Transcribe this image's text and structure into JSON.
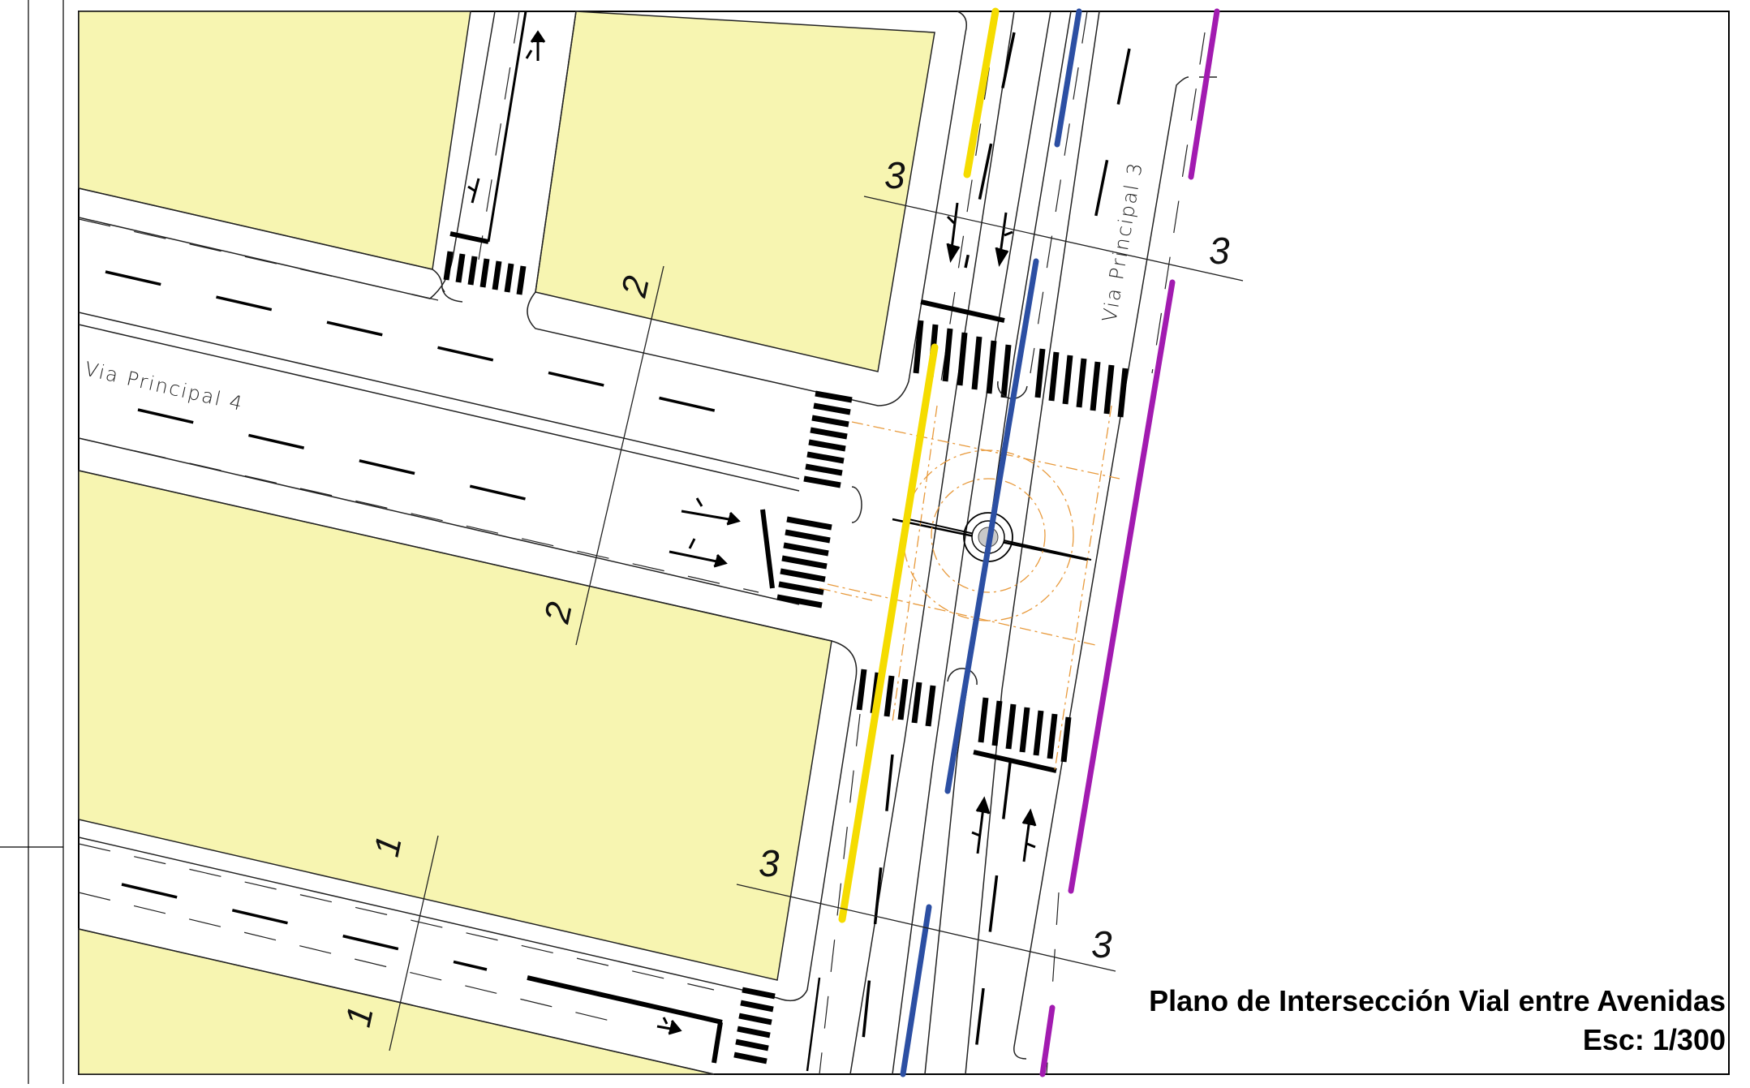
{
  "title": "Plano de Intersección Vial entre Avenidas",
  "scale": "Esc: 1/300",
  "street_labels": {
    "via_principal_4": "Via Principal 4",
    "via_principal_3": "Via Principal 3"
  },
  "section_labels": {
    "s1": "1",
    "s2": "2",
    "s3": "3"
  },
  "colors": {
    "block_fill": "#f7f5b1",
    "centerline_yellow": "#f5dc00",
    "centerline_blue": "#2c4fa3",
    "boundary_purple": "#a21bb0",
    "construction_orange": "#e89a3c",
    "linework": "#000000"
  }
}
